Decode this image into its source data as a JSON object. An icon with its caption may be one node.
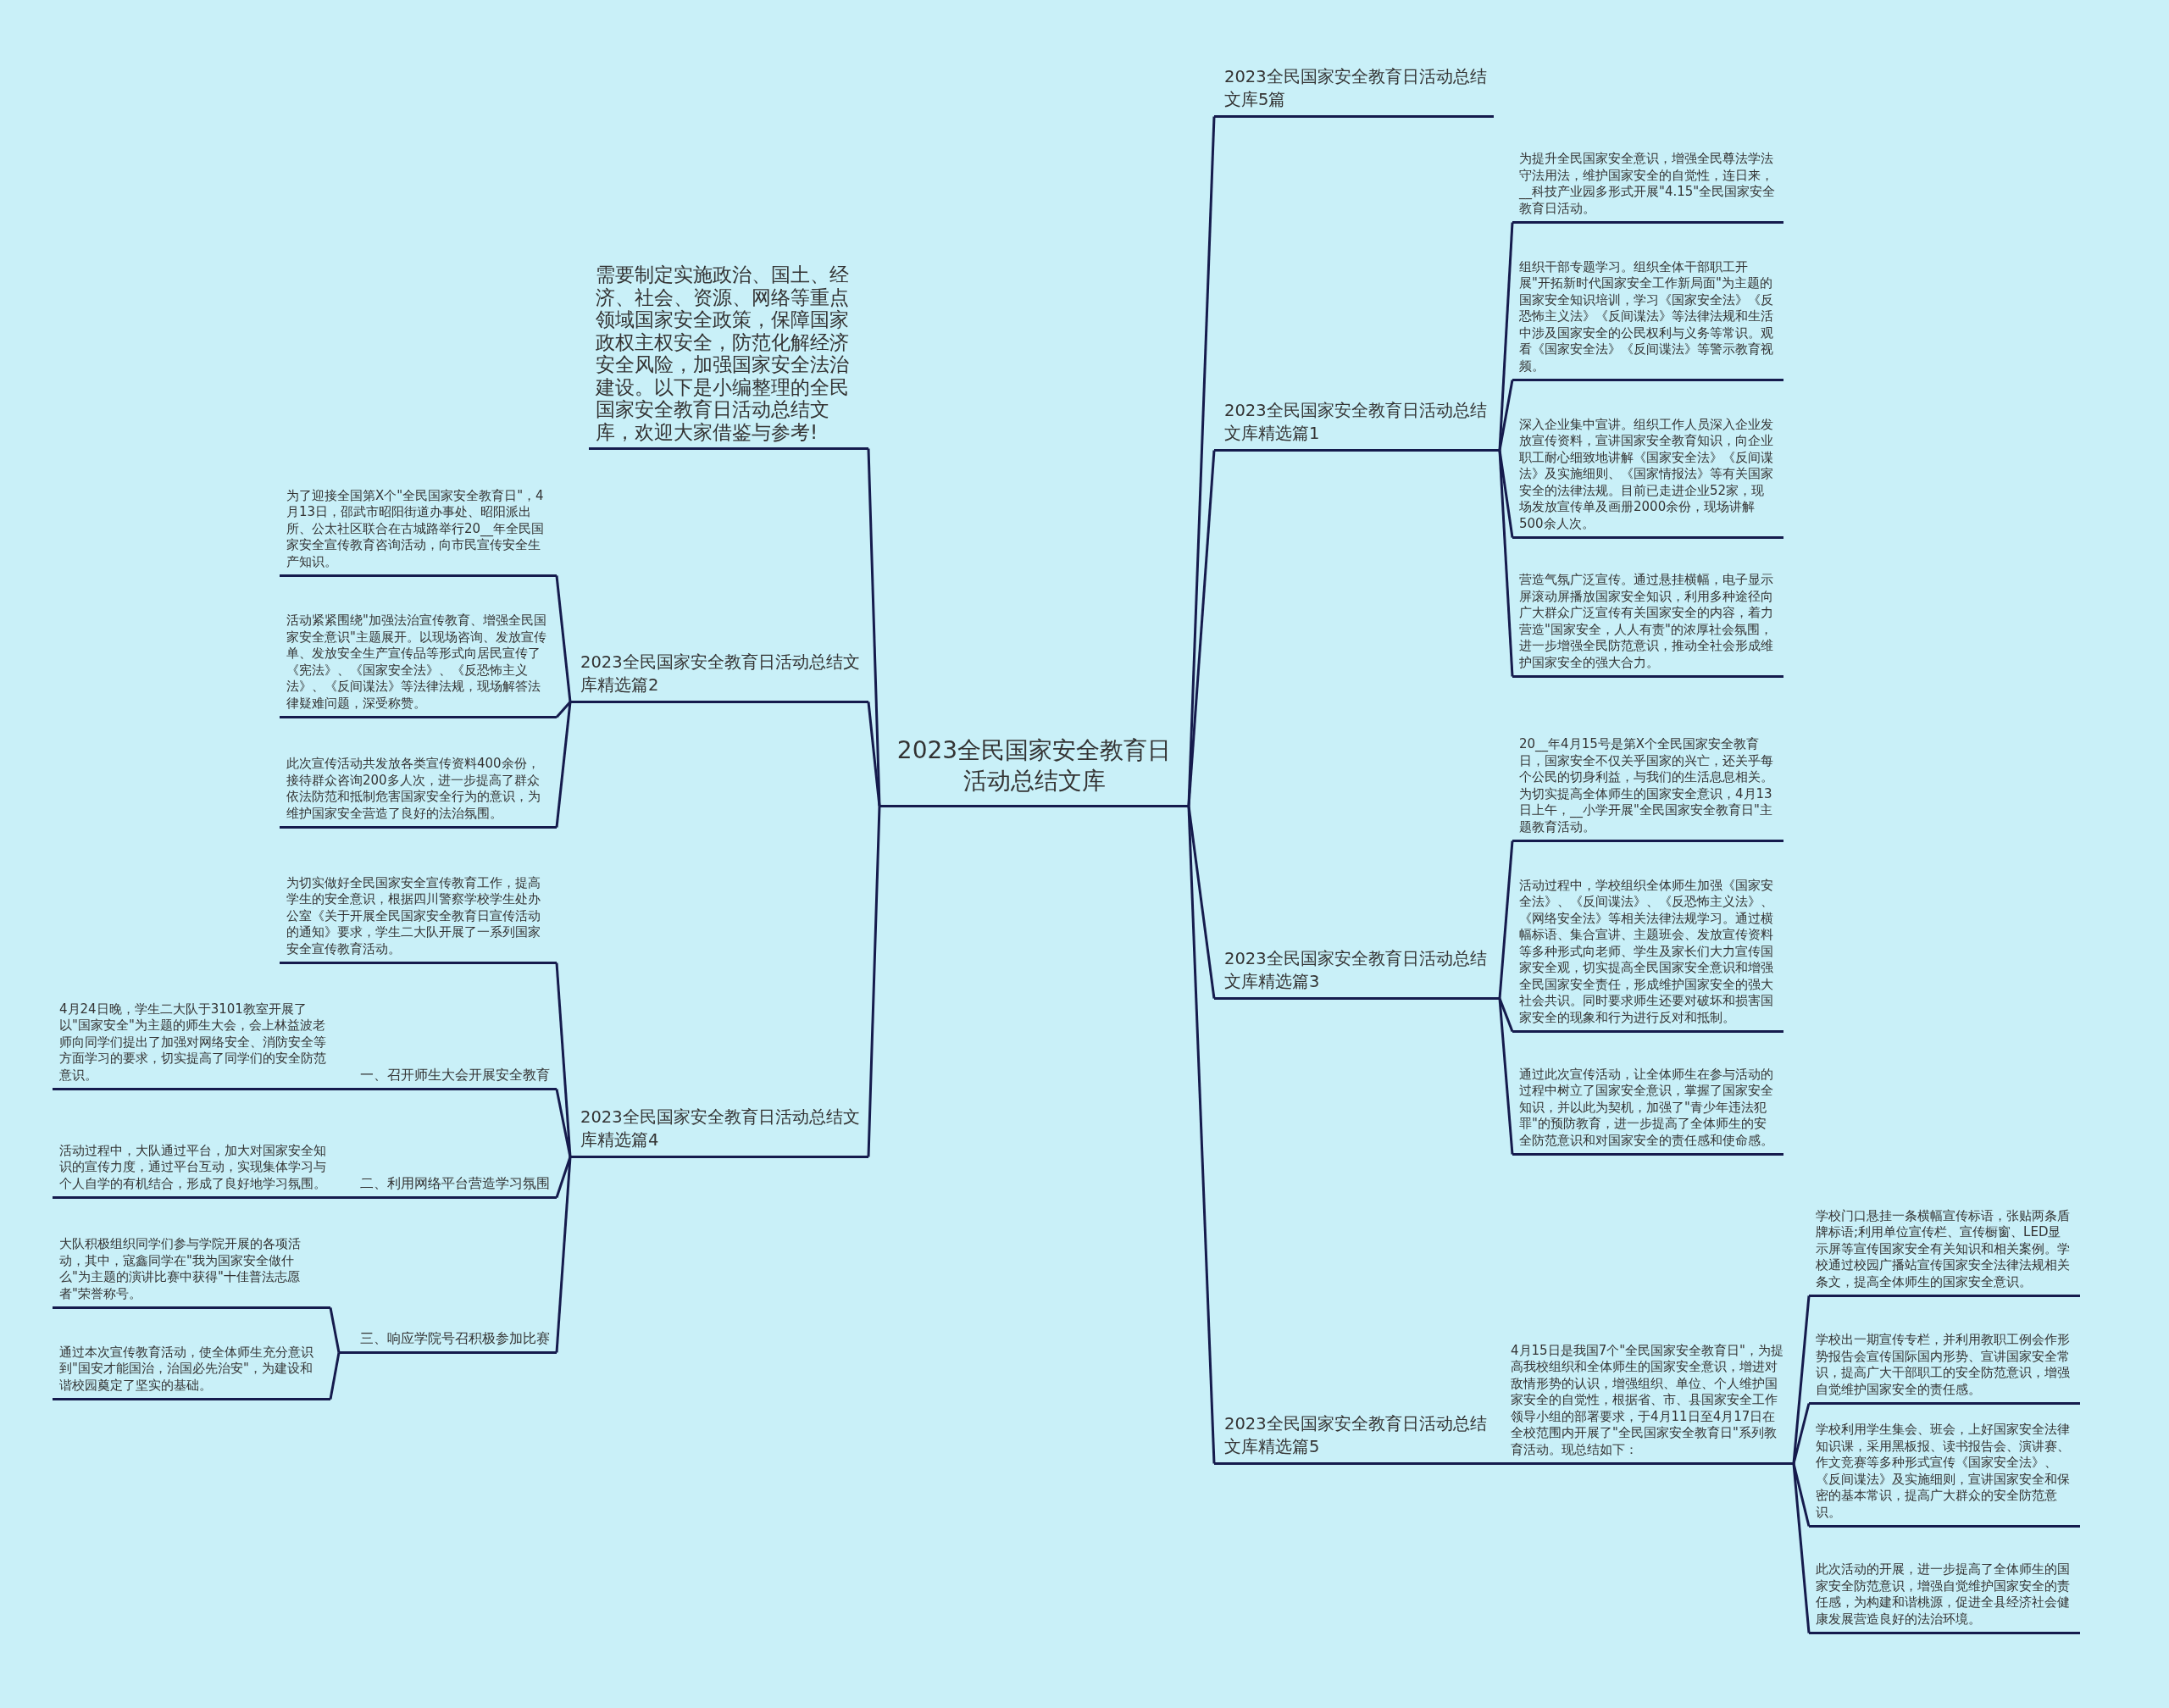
{
  "diagram": {
    "nodes": [
      {
        "text": [
          "2023全民国家安全教育日活动总结文库"
        ]
      },
      {
        "text": [
          "需要制定实施政治、国土、经济、社会、资源、网络等重点领域国家安全政策，保障国家政权主权安全，防范化解经济安全风险，加强国家安全法治建设。以下是小编整理的全民国家安全教育日活动总结文库，欢迎大家借鉴与参考!"
        ]
      },
      {
        "text": [
          "2023全民国家安全教育日活动总结文库精选篇2"
        ]
      },
      {
        "text": [
          "为了迎接全国第X个\"全民国家安全教育日\"，4月13日，邵武市昭阳街道办事处、昭阳派出所、公太社区联合在古城路举行20__年全民国家安全宣传教育咨询活动，向市民宣传安全生产知识。"
        ]
      },
      {
        "text": [
          "活动紧紧围绕\"加强法治宣传教育、增强全民国家安全意识\"主题展开。以现场咨询、发放宣传单、发放安全生产宣传品等形式向居民宣传了《宪法》、《国家安全法》、《反恐怖主义法》、《反间谍法》等法律法规，现场解答法律疑难问题，深受称赞。"
        ]
      },
      {
        "text": [
          "此次宣传活动共发放各类宣传资料400余份，接待群众咨询200多人次，进一步提高了群众依法防范和抵制危害国家安全行为的意识，为维护国家安全营造了良好的法治氛围。"
        ]
      },
      {
        "text": [
          "2023全民国家安全教育日活动总结文库精选篇4"
        ]
      },
      {
        "text": [
          "为切实做好全民国家安全宣传教育工作，提高学生的安全意识，根据四川警察学校学生处办公室《关于开展全民国家安全教育日宣传活动的通知》要求，学生二大队开展了一系列国家安全宣传教育活动。"
        ]
      },
      {
        "text": [
          "一、召开师生大会开展安全教育"
        ]
      },
      {
        "text": [
          "4月24日晚，学生二大队于3101教室开展了以\"国家安全\"为主题的师生大会，会上林益波老师向同学们提出了加强对网络安全、消防安全等方面学习的要求，切实提高了同学们的安全防范意识。"
        ]
      },
      {
        "text": [
          "二、利用网络平台营造学习氛围"
        ]
      },
      {
        "text": [
          "活动过程中，大队通过平台，加大对国家安全知识的宣传力度，通过平台互动，实现集体学习与个人自学的有机结合，形成了良好地学习氛围。"
        ]
      },
      {
        "text": [
          "三、响应学院号召积极参加比赛"
        ]
      },
      {
        "text": [
          "大队积极组织同学们参与学院开展的各项活动，其中，寇鑫同学在\"我为国家安全做什么\"为主题的演讲比赛中获得\"十佳普法志愿者\"荣誉称号。"
        ]
      },
      {
        "text": [
          "通过本次宣传教育活动，使全体师生充分意识到\"国安才能国治，治国必先治安\"，为建设和谐校园奠定了坚实的基础。"
        ]
      },
      {
        "text": [
          "2023全民国家安全教育日活动总结文库5篇"
        ]
      },
      {
        "text": [
          "2023全民国家安全教育日活动总结文库精选篇1"
        ]
      },
      {
        "text": [
          "为提升全民国家安全意识，增强全民尊法学法守法用法，维护国家安全的自觉性，连日来，__科技产业园多形式开展\"4.15\"全民国家安全教育日活动。"
        ]
      },
      {
        "text": [
          "组织干部专题学习。组织全体干部职工开展\"开拓新时代国家安全工作新局面\"为主题的国家安全知识培训，学习《国家安全法》《反恐怖主义法》《反间谍法》等法律法规和生活中涉及国家安全的公民权利与义务等常识。观看《国家安全法》《反间谍法》等警示教育视频。"
        ]
      },
      {
        "text": [
          "深入企业集中宣讲。组织工作人员深入企业发放宣传资料，宣讲国家安全教育知识，向企业职工耐心细致地讲解《国家安全法》《反间谍法》及实施细则、《国家情报法》等有关国家安全的法律法规。目前已走进企业52家，现场发放宣传单及画册2000余份，现场讲解500余人次。"
        ]
      },
      {
        "text": [
          "营造气氛广泛宣传。通过悬挂横幅，电子显示屏滚动屏播放国家安全知识，利用多种途径向广大群众广泛宣传有关国家安全的内容，着力营造\"国家安全，人人有责\"的浓厚社会氛围，进一步增强全民防范意识，推动全社会形成维护国家安全的强大合力。"
        ]
      },
      {
        "text": [
          "2023全民国家安全教育日活动总结文库精选篇3"
        ]
      },
      {
        "text": [
          "20__年4月15号是第X个全民国家安全教育日，国家安全不仅关乎国家的兴亡，还关乎每个公民的切身利益，与我们的生活息息相关。为切实提高全体师生的国家安全意识，4月13日上午，__小学开展\"全民国家安全教育日\"主题教育活动。"
        ]
      },
      {
        "text": [
          "活动过程中，学校组织全体师生加强《国家安全法》、《反间谍法》、《反恐怖主义法》、《网络安全法》等相关法律法规学习。通过横幅标语、集合宣讲、主题班会、发放宣传资料等多种形式向老师、学生及家长们大力宣传国家安全观，切实提高全民国家安全意识和增强全民国家安全责任，形成维护国家安全的强大社会共识。同时要求师生还要对破坏和损害国家安全的现象和行为进行反对和抵制。"
        ]
      },
      {
        "text": [
          "通过此次宣传活动，让全体师生在参与活动的过程中树立了国家安全意识，掌握了国家安全知识，并以此为契机，加强了\"青少年违法犯罪\"的预防教育，进一步提高了全体师生的安全防范意识和对国家安全的责任感和使命感。"
        ]
      },
      {
        "text": [
          "2023全民国家安全教育日活动总结文库精选篇5"
        ]
      },
      {
        "text": [
          "4月15日是我国7个\"全民国家安全教育日\"，为提高我校组织和全体师生的国家安全意识，增进对敌情形势的认识，增强组织、单位、个人维护国家安全的自觉性，根据省、市、县国家安全工作领导小组的部署要求，于4月11日至4月17日在全校范围内开展了\"全民国家安全教育日\"系列教育活动。现总结如下："
        ]
      },
      {
        "text": [
          "学校门口悬挂一条横幅宣传标语，张贴两条盾牌标语;利用单位宣传栏、宣传橱窗、LED显示屏等宣传国家安全有关知识和相关案例。学校通过校园广播站宣传国家安全法律法规相关条文，提高全体师生的国家安全意识。"
        ]
      },
      {
        "text": [
          "学校出一期宣传专栏，并利用教职工例会作形势报告会宣传国际国内形势、宣讲国家安全常识，提高广大干部职工的安全防范意识，增强自觉维护国家安全的责任感。"
        ]
      },
      {
        "text": [
          "学校利用学生集会、班会，上好国家安全法律知识课，采用黑板报、读书报告会、演讲赛、作文竞赛等多种形式宣传《国家安全法》、《反间谍法》及实施细则，宣讲国家安全和保密的基本常识，提高广大群众的安全防范意识。"
        ]
      },
      {
        "text": [
          "此次活动的开展，进一步提高了全体师生的国家安全防范意识，增强自觉维护国家安全的责任感，为构建和谐桃源，促进全县经济社会健康发展营造良好的法治环境。"
        ]
      }
    ],
    "edges": [
      {
        "from": 0,
        "to": 1,
        "arrow": "none"
      },
      {
        "from": 0,
        "to": 2,
        "arrow": "none"
      },
      {
        "from": 0,
        "to": 6,
        "arrow": "none"
      },
      {
        "from": 2,
        "to": 3,
        "arrow": "none"
      },
      {
        "from": 2,
        "to": 4,
        "arrow": "none"
      },
      {
        "from": 2,
        "to": 5,
        "arrow": "none"
      },
      {
        "from": 6,
        "to": 7,
        "arrow": "none"
      },
      {
        "from": 6,
        "to": 8,
        "arrow": "none"
      },
      {
        "from": 8,
        "to": 9,
        "arrow": "none"
      },
      {
        "from": 6,
        "to": 10,
        "arrow": "none"
      },
      {
        "from": 10,
        "to": 11,
        "arrow": "none"
      },
      {
        "from": 6,
        "to": 12,
        "arrow": "none"
      },
      {
        "from": 12,
        "to": 13,
        "arrow": "none"
      },
      {
        "from": 12,
        "to": 14,
        "arrow": "none"
      },
      {
        "from": 0,
        "to": 15,
        "arrow": "none"
      },
      {
        "from": 0,
        "to": 16,
        "arrow": "none"
      },
      {
        "from": 16,
        "to": 17,
        "arrow": "none"
      },
      {
        "from": 16,
        "to": 18,
        "arrow": "none"
      },
      {
        "from": 16,
        "to": 19,
        "arrow": "none"
      },
      {
        "from": 16,
        "to": 20,
        "arrow": "none"
      },
      {
        "from": 0,
        "to": 21,
        "arrow": "none"
      },
      {
        "from": 21,
        "to": 22,
        "arrow": "none"
      },
      {
        "from": 21,
        "to": 23,
        "arrow": "none"
      },
      {
        "from": 21,
        "to": 24,
        "arrow": "none"
      },
      {
        "from": 0,
        "to": 25,
        "arrow": "none"
      },
      {
        "from": 25,
        "to": 26,
        "arrow": "none"
      },
      {
        "from": 26,
        "to": 27,
        "arrow": "none"
      },
      {
        "from": 26,
        "to": 28,
        "arrow": "none"
      },
      {
        "from": 26,
        "to": 29,
        "arrow": "none"
      },
      {
        "from": 26,
        "to": 30,
        "arrow": "none"
      }
    ]
  }
}
